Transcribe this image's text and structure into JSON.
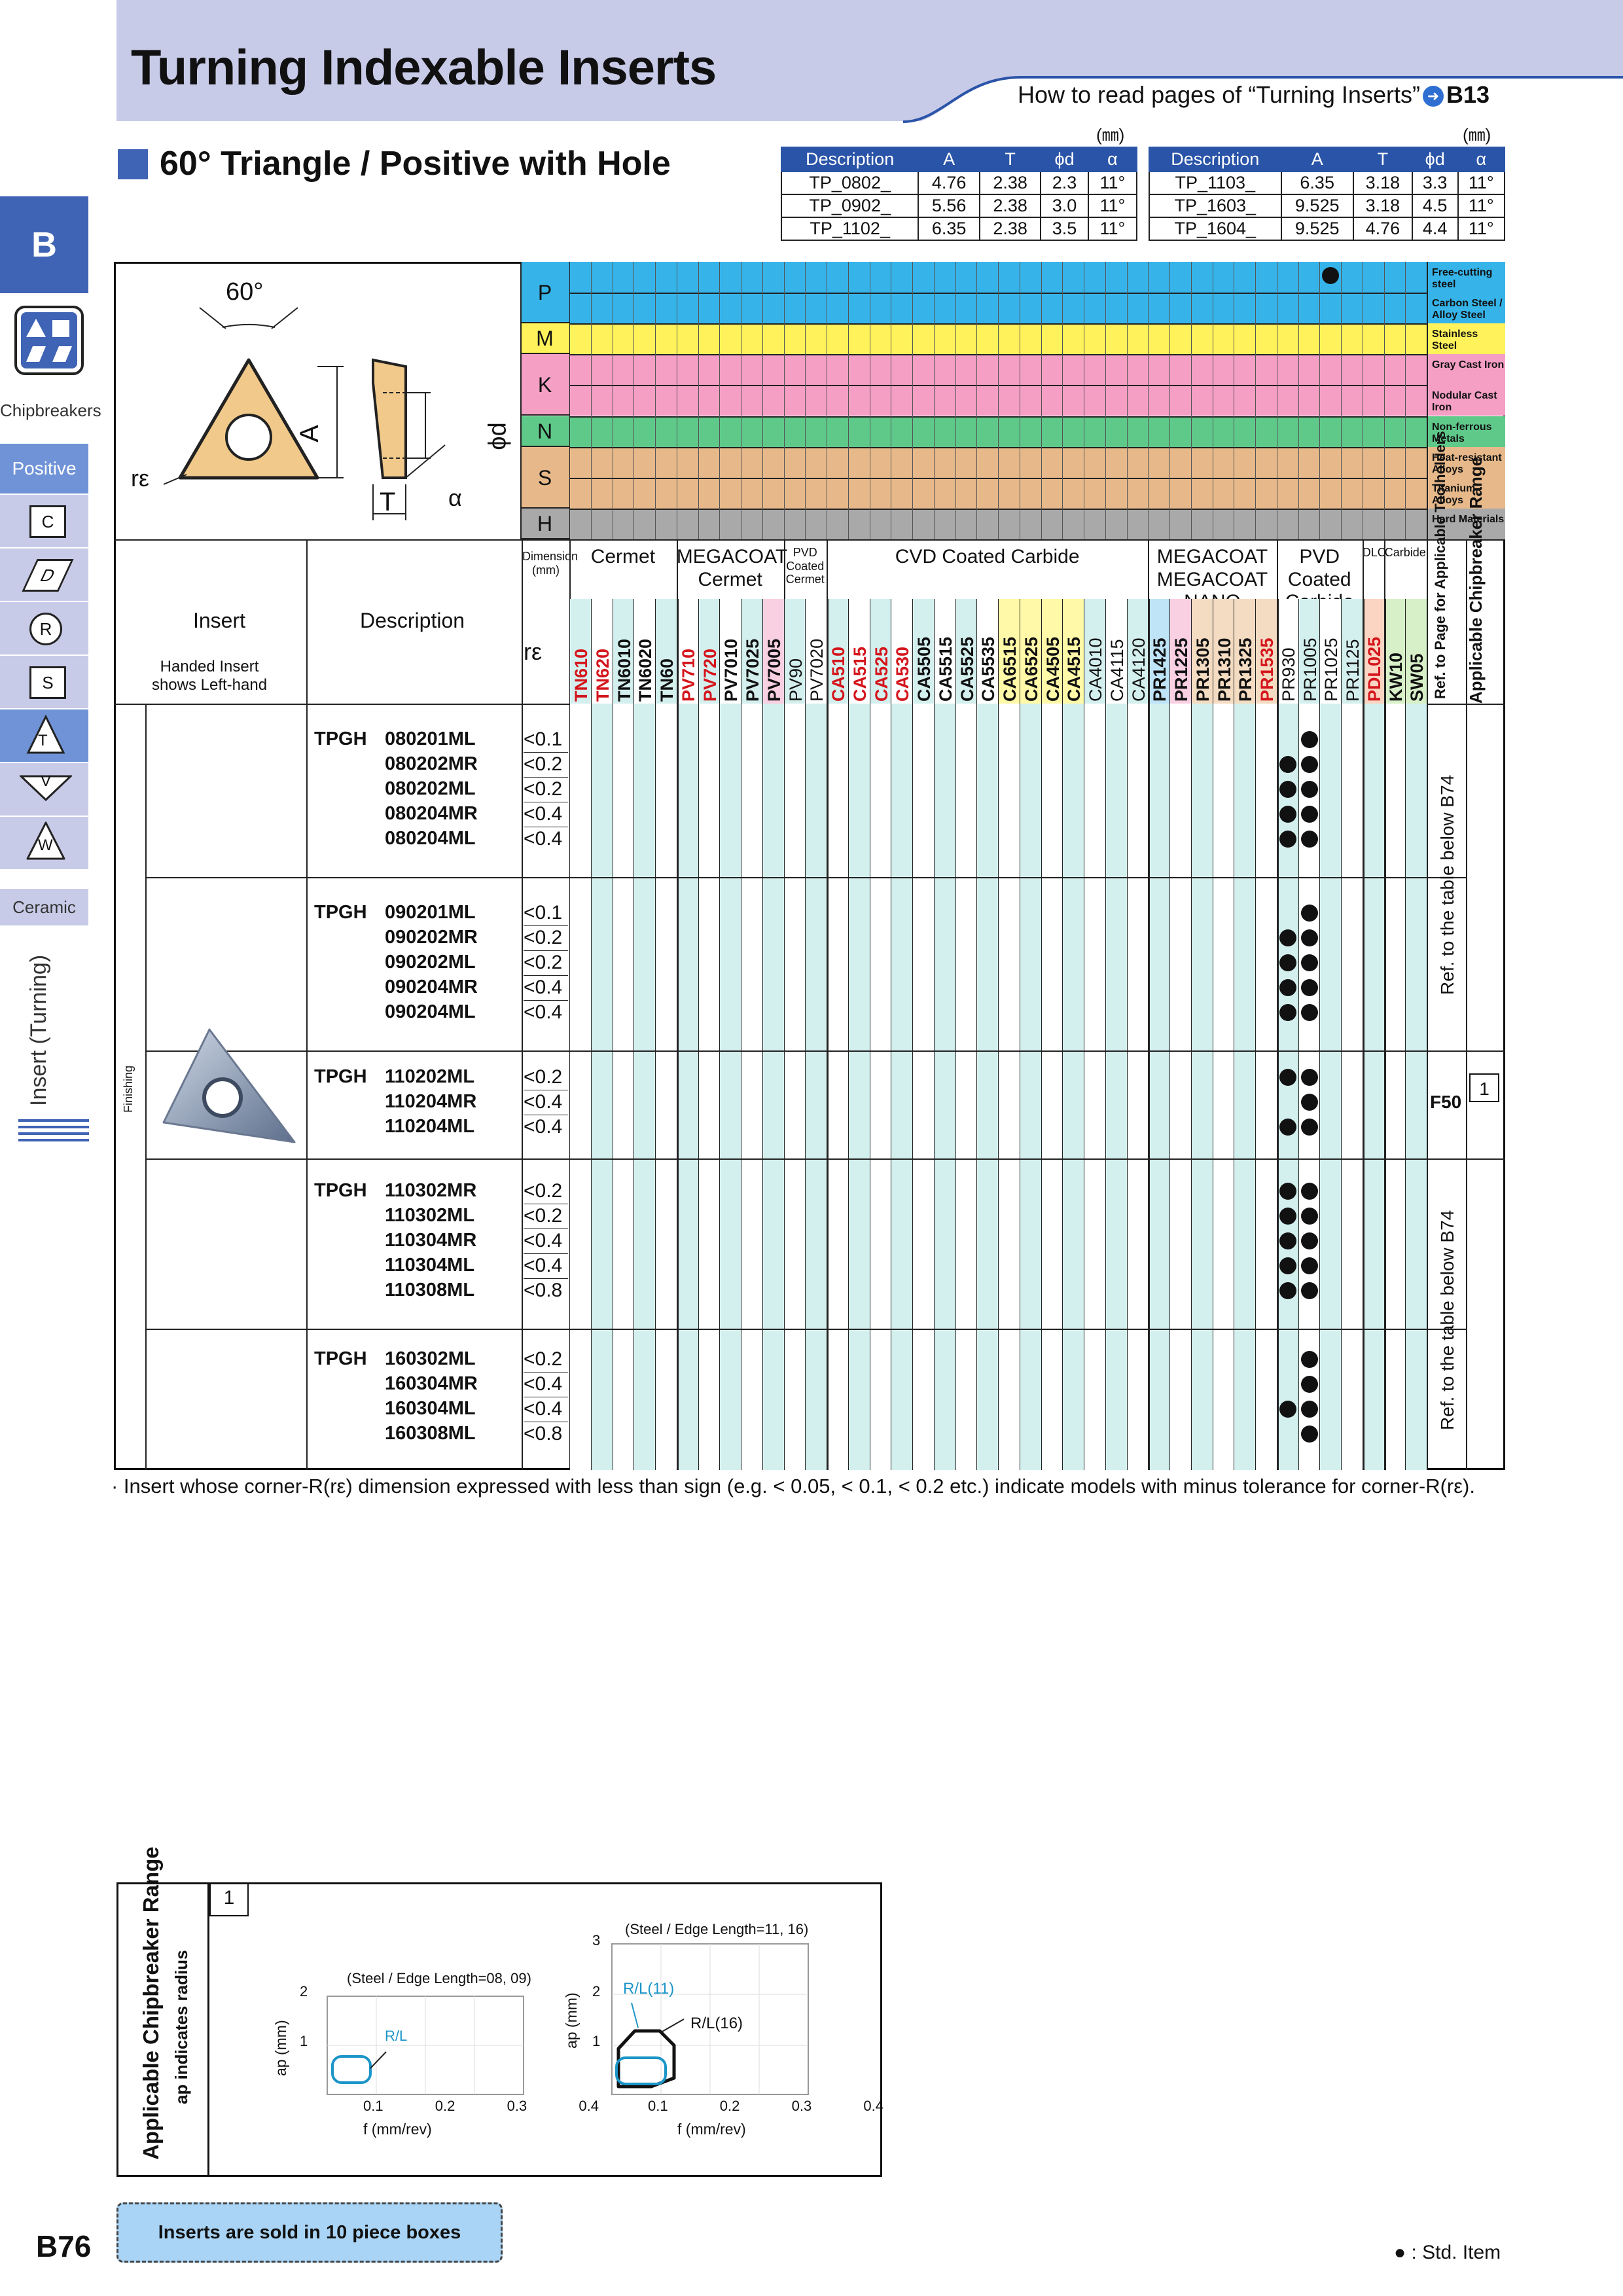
{
  "header": {
    "title": "Turning Indexable Inserts",
    "howto_text": "How to read pages of “Turning Inserts”",
    "howto_ref": "B13"
  },
  "sidebar": {
    "tab": "B",
    "chipbreakers": "Chipbreakers",
    "positive": "Positive",
    "shapes": [
      "C",
      "D",
      "R",
      "S",
      "T",
      "V",
      "W"
    ],
    "ceramic": "Ceramic",
    "insert_turning": "Insert (Turning)"
  },
  "subtitle": "60° Triangle / Positive with Hole",
  "dim_unit": "(㎜)",
  "dim_headers": [
    "Description",
    "A",
    "T",
    "ϕd",
    "α"
  ],
  "dim_left": [
    [
      "TP_0802_",
      "4.76",
      "2.38",
      "2.3",
      "11°"
    ],
    [
      "TP_0902_",
      "5.56",
      "2.38",
      "3.0",
      "11°"
    ],
    [
      "TP_1102_",
      "6.35",
      "2.38",
      "3.5",
      "11°"
    ]
  ],
  "dim_right": [
    [
      "TP_1103_",
      "6.35",
      "3.18",
      "3.3",
      "11°"
    ],
    [
      "TP_1603_",
      "9.525",
      "3.18",
      "4.5",
      "11°"
    ],
    [
      "TP_1604_",
      "9.525",
      "4.76",
      "4.4",
      "11°"
    ]
  ],
  "drawing": {
    "angle": "60°",
    "A": "A",
    "T": "T",
    "phid": "ϕd",
    "alpha": "α",
    "re": "rε"
  },
  "materials": [
    {
      "code": "P",
      "color": "#36b4ea",
      "labels": [
        "Free-cutting steel",
        "Carbon Steel / Alloy Steel"
      ]
    },
    {
      "code": "M",
      "color": "#fff25a",
      "labels": [
        "Stainless Steel"
      ]
    },
    {
      "code": "K",
      "color": "#f59fc4",
      "labels": [
        "Gray Cast Iron",
        "Nodular Cast Iron"
      ]
    },
    {
      "code": "N",
      "color": "#5fc98a",
      "labels": [
        "Non-ferrous Metals"
      ]
    },
    {
      "code": "S",
      "color": "#e7b98a",
      "labels": [
        "Heat-resistant Alloys",
        "Titanium Alloys"
      ]
    },
    {
      "code": "H",
      "color": "#a9a9a9",
      "labels": [
        "Hard Materials"
      ]
    }
  ],
  "col_headers": {
    "insert": "Insert",
    "handed": "Handed Insert shows Left-hand",
    "description": "Description",
    "dimension": "Dimension (mm)",
    "re": "rε",
    "cermet": "Cermet",
    "megacoat_cermet": "MEGACOAT Cermet",
    "pvd_cermet": "PVD Coated Cermet",
    "cvd": "CVD Coated Carbide",
    "megacoat_nano": "MEGACOAT MEGACOAT NANO",
    "pvd_carbide": "PVD Coated Carbide",
    "dlc": "DLC",
    "carbide": "Carbide",
    "ref_page": "Ref. to Page for Applicable Toolholders",
    "chip_range": "Applicable Chipbreaker Range"
  },
  "grades": [
    "TN610",
    "TN620",
    "TN6010",
    "TN6020",
    "TN60",
    "PV710",
    "PV720",
    "PV7010",
    "PV7025",
    "PV7005",
    "PV90",
    "PV7020",
    "CA510",
    "CA515",
    "CA525",
    "CA530",
    "CA5505",
    "CA5515",
    "CA5525",
    "CA5535",
    "CA6515",
    "CA6525",
    "CA4505",
    "CA4515",
    "CA4010",
    "CA4115",
    "CA4120",
    "PR1425",
    "PR1225",
    "PR1305",
    "PR1310",
    "PR1325",
    "PR1535",
    "PR930",
    "PR1005",
    "PR1025",
    "PR1125",
    "PDL025",
    "KW10",
    "SW05"
  ],
  "finishing": "Finishing",
  "groups": [
    {
      "prefix": "TPGH",
      "items": [
        [
          "080201ML",
          "<0.1"
        ],
        [
          "080202MR",
          "<0.2"
        ],
        [
          "080202ML",
          "<0.2"
        ],
        [
          "080204MR",
          "<0.4"
        ],
        [
          "080204ML",
          "<0.4"
        ]
      ]
    },
    {
      "prefix": "TPGH",
      "items": [
        [
          "090201ML",
          "<0.1"
        ],
        [
          "090202MR",
          "<0.2"
        ],
        [
          "090202ML",
          "<0.2"
        ],
        [
          "090204MR",
          "<0.4"
        ],
        [
          "090204ML",
          "<0.4"
        ]
      ]
    },
    {
      "prefix": "TPGH",
      "items": [
        [
          "110202ML",
          "<0.2"
        ],
        [
          "110204MR",
          "<0.4"
        ],
        [
          "110204ML",
          "<0.4"
        ]
      ]
    },
    {
      "prefix": "TPGH",
      "items": [
        [
          "110302MR",
          "<0.2"
        ],
        [
          "110302ML",
          "<0.2"
        ],
        [
          "110304MR",
          "<0.4"
        ],
        [
          "110304ML",
          "<0.4"
        ],
        [
          "110308ML",
          "<0.8"
        ]
      ]
    },
    {
      "prefix": "TPGH",
      "items": [
        [
          "160302ML",
          "<0.2"
        ],
        [
          "160304MR",
          "<0.4"
        ],
        [
          "160304ML",
          "<0.4"
        ],
        [
          "160308ML",
          "<0.8"
        ]
      ]
    }
  ],
  "ref_text": "Ref. to the table below B74",
  "ref_f50": "F50",
  "chip_no": "1",
  "note": "· Insert whose corner-R(rε) dimension expressed with less than sign (e.g. < 0.05, < 0.1, < 0.2 etc.) indicate models with minus tolerance for corner-R(rε).",
  "bottom": {
    "title": "Applicable Chipbreaker Range",
    "subtitle": "ap indicates radius",
    "num": "1",
    "chart1_title": "(Steel / Edge Length=08, 09)",
    "chart2_title": "(Steel / Edge Length=11, 16)",
    "ylabel": "ap (mm)",
    "xlabel": "f (mm/rev)",
    "xticks": [
      "0.1",
      "0.2",
      "0.3",
      "0.4"
    ],
    "label_rl": "R/L",
    "label_rl11": "R/L(11)",
    "label_rl16": "R/L(16)"
  },
  "sold": "Inserts are sold in 10 piece boxes",
  "page_no": "B76",
  "legend": "● : Std. Item"
}
